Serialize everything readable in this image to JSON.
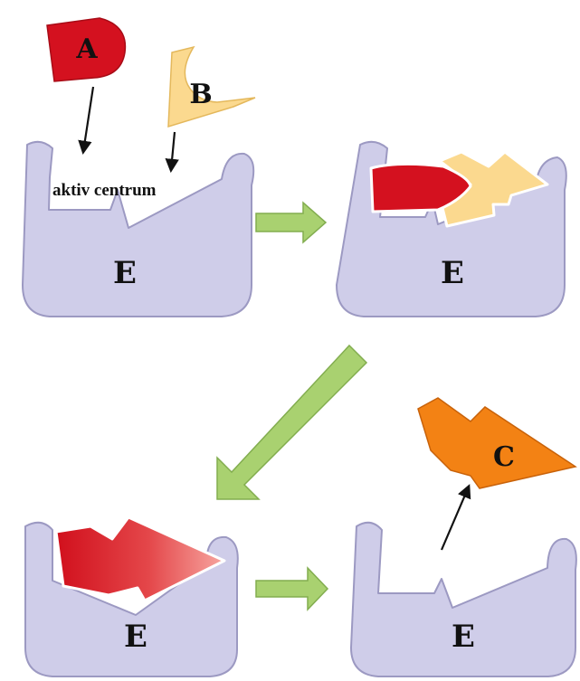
{
  "labels": {
    "substrate_a": "A",
    "substrate_b": "B",
    "active_site": "aktiv centrum",
    "enzyme": "E",
    "product": "C"
  },
  "colors": {
    "enzyme_fill": "#cfcde9",
    "enzyme_outline": "#9c99c2",
    "substrate_a": "#d4111f",
    "substrate_b": "#fbd98f",
    "product": "#f38214",
    "complex_gradient_start": "#d10f1c",
    "complex_gradient_end": "#f7a6a0",
    "step_arrow": "#a9d170",
    "step_arrow_outline": "#82ad4f",
    "pointer_arrow": "#111111"
  }
}
